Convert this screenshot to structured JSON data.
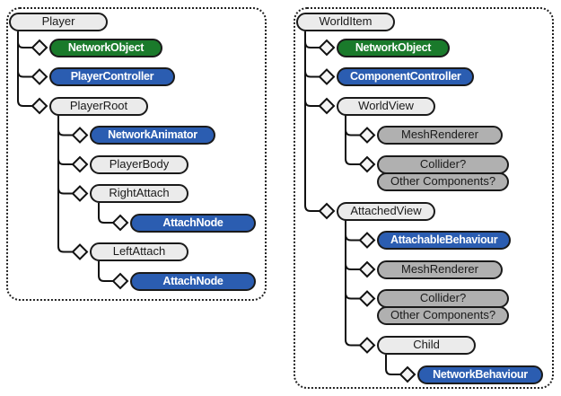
{
  "colors": {
    "green": "#1a7a2b",
    "blue": "#2b5db1",
    "light_gray": "#ebebeb",
    "dark_gray": "#b0b0b0",
    "outline": "#1a1a1a",
    "text_dark": "#1a1a1a",
    "text_light": "#ffffff",
    "wire": "#111111",
    "connector_fill": "#f4f4f4",
    "panel_border": "#222222"
  },
  "type_colors": {
    "gameobject": "light_gray",
    "plain-component": "dark_gray",
    "network-object": "green",
    "network-behaviour": "blue"
  },
  "panels": [
    {
      "name": "player-hierarchy",
      "root": {
        "label": "Player",
        "type": "gameobject",
        "children": [
          {
            "label": "NetworkObject",
            "type": "network-object"
          },
          {
            "label": "PlayerController",
            "type": "network-behaviour"
          },
          {
            "label": "PlayerRoot",
            "type": "gameobject",
            "children": [
              {
                "label": "NetworkAnimator",
                "type": "network-behaviour"
              },
              {
                "label": "PlayerBody",
                "type": "gameobject"
              },
              {
                "label": "RightAttach",
                "type": "gameobject",
                "children": [
                  {
                    "label": "AttachNode",
                    "type": "network-behaviour"
                  }
                ]
              },
              {
                "label": "LeftAttach",
                "type": "gameobject",
                "children": [
                  {
                    "label": "AttachNode",
                    "type": "network-behaviour"
                  }
                ]
              }
            ]
          }
        ]
      }
    },
    {
      "name": "worlditem-hierarchy",
      "root": {
        "label": "WorldItem",
        "type": "gameobject",
        "children": [
          {
            "label": "NetworkObject",
            "type": "network-object"
          },
          {
            "label": "ComponentController",
            "type": "network-behaviour"
          },
          {
            "label": "WorldView",
            "type": "gameobject",
            "children": [
              {
                "label": "MeshRenderer",
                "type": "plain-component"
              },
              {
                "label": "Collider?",
                "label2": "Other Components?",
                "type": "plain-component"
              }
            ]
          },
          {
            "label": "AttachedView",
            "type": "gameobject",
            "children": [
              {
                "label": "AttachableBehaviour",
                "type": "network-behaviour"
              },
              {
                "label": "MeshRenderer",
                "type": "plain-component"
              },
              {
                "label": "Collider?",
                "label2": "Other Components?",
                "type": "plain-component"
              },
              {
                "label": "Child",
                "type": "gameobject",
                "children": [
                  {
                    "label": "NetworkBehaviour",
                    "type": "network-behaviour"
                  }
                ]
              }
            ]
          }
        ]
      }
    }
  ]
}
